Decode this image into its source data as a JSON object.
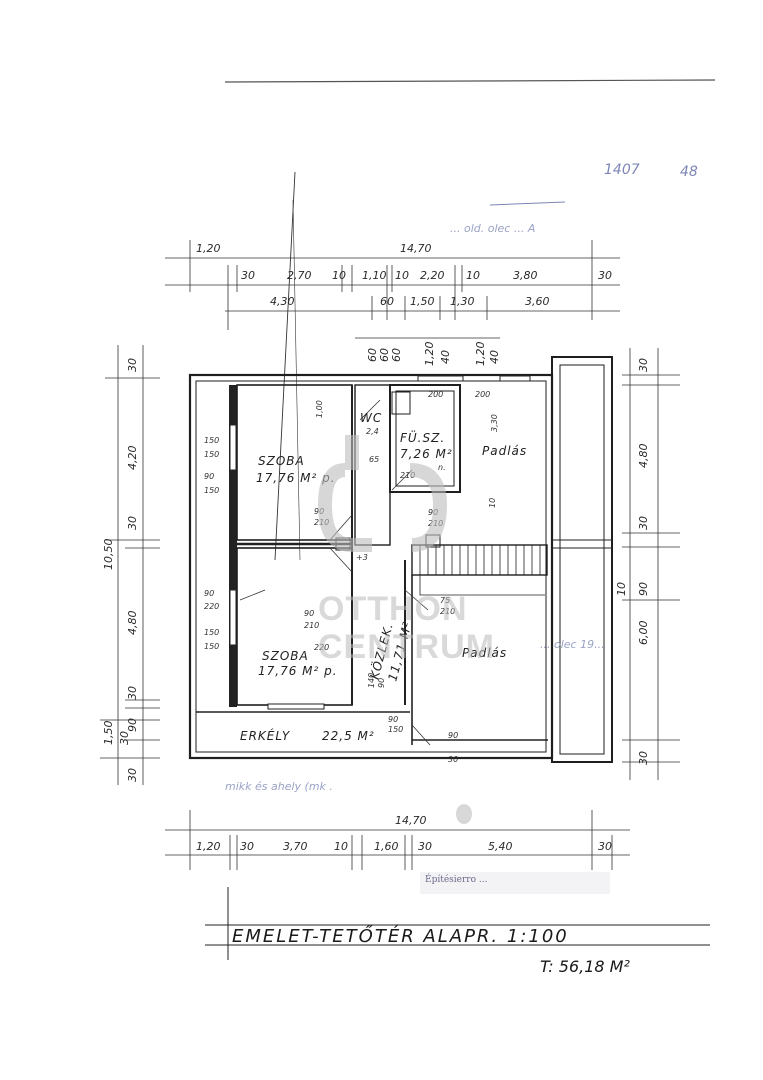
{
  "reference": {
    "number": "1407",
    "suffix": "48"
  },
  "watermark": {
    "line1": "OTTHON",
    "line2": "CENTRUM",
    "logo_icon": "otthon-centrum-logo-icon"
  },
  "top_dimensions": {
    "overall": "14,70",
    "row1": [
      "1,20",
      "30",
      "2,70",
      "10",
      "1,10",
      "10",
      "2,20",
      "10",
      "3,80",
      "30"
    ],
    "row2": [
      "4,30",
      "60",
      "1,50",
      "1,30",
      "3,60"
    ],
    "row3": [
      "60",
      "60",
      "60",
      "1,20",
      "40",
      "1,20",
      "40"
    ]
  },
  "left_dimensions": {
    "overall": "10,50",
    "parts": [
      "30",
      "4,20",
      "30",
      "4,80",
      "30",
      "1,50",
      "30",
      "90",
      "30"
    ]
  },
  "right_dimensions": {
    "parts": [
      "30",
      "4,80",
      "30",
      "10",
      "90",
      "6,00",
      "30"
    ]
  },
  "bottom_dimensions": {
    "overall": "14,70",
    "parts": [
      "1,20",
      "30",
      "3,70",
      "10",
      "1,60",
      "30",
      "5,40",
      "30"
    ]
  },
  "rooms": {
    "szoba1": {
      "name": "SZOBA",
      "area": "17,76 M² p."
    },
    "szoba2": {
      "name": "SZOBA",
      "area": "17,76 M² p."
    },
    "wc": {
      "name": "WC",
      "area": "2,4"
    },
    "fursz": {
      "name": "FÜ.SZ.",
      "area": "7,26 M²",
      "code": "n."
    },
    "padlas1": {
      "name": "Padlás"
    },
    "padlas2": {
      "name": "Padlás"
    },
    "kozlek": {
      "name": "KÖZLEK.",
      "area": "11,71 M²"
    },
    "erkely": {
      "name": "ERKÉLY",
      "area": "22,5 M²"
    }
  },
  "openings": {
    "w1": "150",
    "w1b": "150",
    "w2": "90",
    "w2b": "150",
    "d1": "90",
    "d1b": "210",
    "w3": "90",
    "w3b": "220",
    "w4": "150",
    "w4b": "150",
    "d2": "90",
    "d2b": "210",
    "d3": "90",
    "d3b": "210",
    "d4": "75",
    "d4b": "210",
    "d5": "90",
    "d5b": "150",
    "d6": "140",
    "d6b": "90",
    "misc1": "+3",
    "misc2": "1,00",
    "misc3": "3,30",
    "misc4": "10",
    "misc5": "200",
    "misc6": "200",
    "misc7": "65",
    "misc8": "210",
    "misc9": "220",
    "misc10": "30",
    "misc11": "90"
  },
  "notes": {
    "top": "... old. olec ... A",
    "mid": "... olec 19...",
    "bottom": "mikk és ahely (mk ."
  },
  "stamp": "Építésierro ...",
  "title": "EMELET-TETŐTÉR ALAPR. 1:100",
  "total_area": "T: 56,18 M²"
}
